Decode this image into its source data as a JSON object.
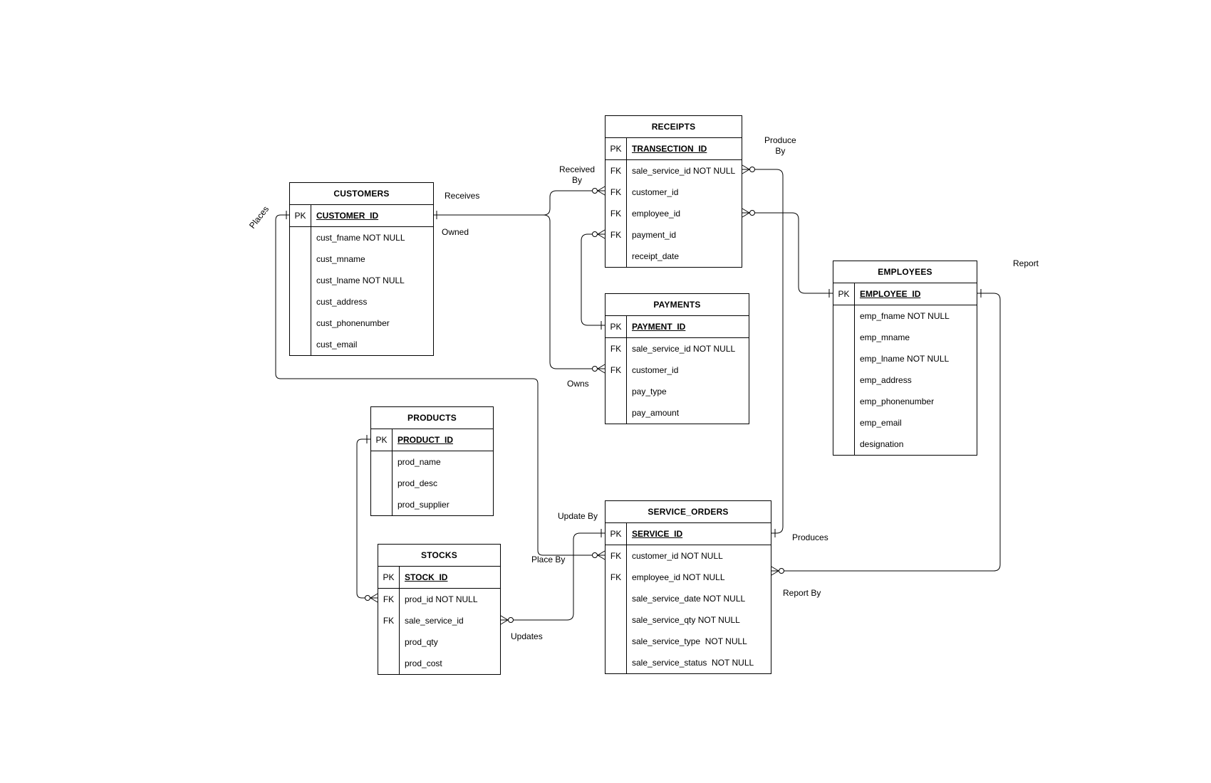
{
  "entities": {
    "customers": {
      "title": "CUSTOMERS",
      "pk": {
        "key": "PK",
        "name": "CUSTOMER_ID"
      },
      "fields": [
        {
          "key": "",
          "name": "cust_fname NOT NULL"
        },
        {
          "key": "",
          "name": "cust_mname"
        },
        {
          "key": "",
          "name": "cust_lname NOT NULL"
        },
        {
          "key": "",
          "name": "cust_address"
        },
        {
          "key": "",
          "name": "cust_phonenumber"
        },
        {
          "key": "",
          "name": "cust_email"
        }
      ]
    },
    "receipts": {
      "title": "RECEIPTS",
      "pk": {
        "key": "PK",
        "name": "TRANSECTION_ID"
      },
      "fields": [
        {
          "key": "FK",
          "name": "sale_service_id NOT NULL"
        },
        {
          "key": "FK",
          "name": "customer_id"
        },
        {
          "key": "FK",
          "name": "employee_id"
        },
        {
          "key": "FK",
          "name": "payment_id"
        },
        {
          "key": "",
          "name": "receipt_date"
        }
      ]
    },
    "payments": {
      "title": "PAYMENTS",
      "pk": {
        "key": "PK",
        "name": "PAYMENT_ID"
      },
      "fields": [
        {
          "key": "FK",
          "name": "sale_service_id NOT NULL"
        },
        {
          "key": "FK",
          "name": "customer_id"
        },
        {
          "key": "",
          "name": "pay_type"
        },
        {
          "key": "",
          "name": "pay_amount"
        }
      ]
    },
    "employees": {
      "title": "EMPLOYEES",
      "pk": {
        "key": "PK",
        "name": "EMPLOYEE_ID"
      },
      "fields": [
        {
          "key": "",
          "name": "emp_fname NOT NULL"
        },
        {
          "key": "",
          "name": "emp_mname"
        },
        {
          "key": "",
          "name": "emp_lname NOT NULL"
        },
        {
          "key": "",
          "name": "emp_address"
        },
        {
          "key": "",
          "name": "emp_phonenumber"
        },
        {
          "key": "",
          "name": "emp_email"
        },
        {
          "key": "",
          "name": "designation"
        }
      ]
    },
    "products": {
      "title": "PRODUCTS",
      "pk": {
        "key": "PK",
        "name": "PRODUCT_ID"
      },
      "fields": [
        {
          "key": "",
          "name": "prod_name"
        },
        {
          "key": "",
          "name": "prod_desc"
        },
        {
          "key": "",
          "name": "prod_supplier"
        }
      ]
    },
    "stocks": {
      "title": "STOCKS",
      "pk": {
        "key": "PK",
        "name": "STOCK_ID"
      },
      "fields": [
        {
          "key": "FK",
          "name": "prod_id NOT NULL"
        },
        {
          "key": "FK",
          "name": "sale_service_id"
        },
        {
          "key": "",
          "name": "prod_qty"
        },
        {
          "key": "",
          "name": "prod_cost"
        }
      ]
    },
    "service_orders": {
      "title": "SERVICE_ORDERS",
      "pk": {
        "key": "PK",
        "name": "SERVICE_ID"
      },
      "fields": [
        {
          "key": "FK",
          "name": "customer_id NOT NULL"
        },
        {
          "key": "FK",
          "name": "employee_id NOT NULL"
        },
        {
          "key": "",
          "name": "sale_service_date NOT NULL"
        },
        {
          "key": "",
          "name": "sale_service_qty NOT NULL"
        },
        {
          "key": "",
          "name": "sale_service_type  NOT NULL"
        },
        {
          "key": "",
          "name": "sale_service_status  NOT NULL"
        }
      ]
    }
  },
  "labels": {
    "places": "Places",
    "receives": "Receives",
    "owned": "Owned",
    "received_by": "Received\nBy",
    "produce_by": "Produce\nBy",
    "report": "Report",
    "owns": "Owns",
    "update_by": "Update By",
    "place_by": "Place By",
    "produces": "Produces",
    "report_by": "Report By",
    "updates": "Updates"
  }
}
